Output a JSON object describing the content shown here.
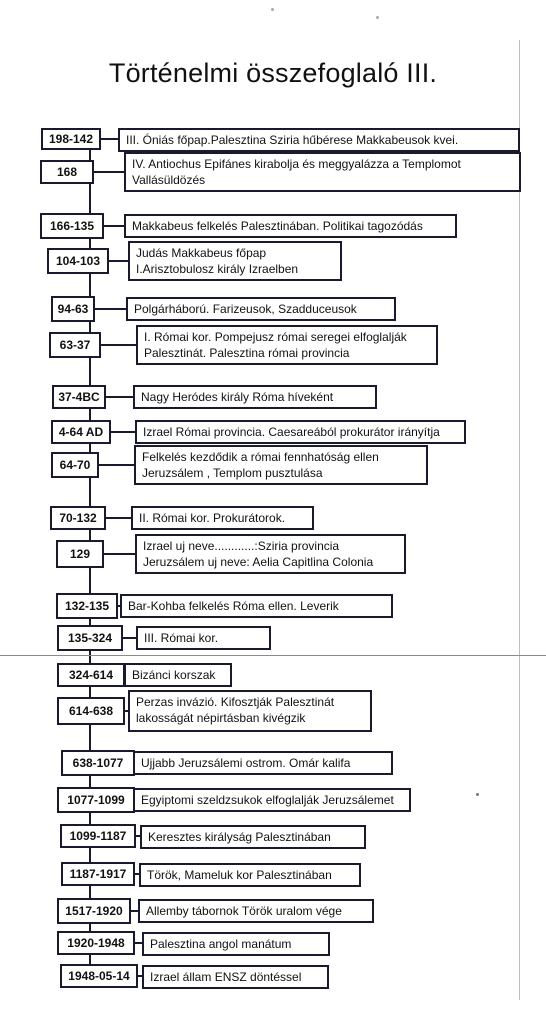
{
  "title": "Történelmi összefoglaló III.",
  "timeline": [
    {
      "date": "198-142",
      "lines": [
        "III. Óniás főpap.Palesztina  Sziria hűbérese      Makkabeusok kvei."
      ]
    },
    {
      "date": "168",
      "lines": [
        "IV. Antiochus Epifánes kirabolja és meggyalázza  a Templomot",
        "Vallásüldözés"
      ]
    },
    {
      "date": "166-135",
      "lines": [
        "Makkabeus felkelés Palesztinában. Politikai tagozódás"
      ]
    },
    {
      "date": "104-103",
      "lines": [
        "Judás Makkabeus főpap",
        "I.Arisztobulosz király  Izraelben"
      ]
    },
    {
      "date": "94-63",
      "lines": [
        "Polgárháború. Farizeusok, Szadduceusok"
      ]
    },
    {
      "date": "63-37",
      "lines": [
        "I. Római kor. Pompejusz római seregei elfoglalják",
        "Palesztinát.  Palesztina római provincia"
      ]
    },
    {
      "date": "37-4BC",
      "lines": [
        "Nagy Heródes király  Róma híveként"
      ]
    },
    {
      "date": "4-64 AD",
      "lines": [
        "Izrael Római provincia. Caesareából prokurátor irányítja"
      ]
    },
    {
      "date": "64-70",
      "lines": [
        "Felkelés kezdődik a római fennhatóság ellen",
        "Jeruzsálem , Templom pusztulása"
      ]
    },
    {
      "date": "70-132",
      "lines": [
        "II. Római kor. Prokurátorok."
      ]
    },
    {
      "date": "129",
      "lines": [
        "Izrael uj neve............:Sziria provincia",
        "Jeruzsálem uj neve: Aelia Capitlina  Colonia"
      ]
    },
    {
      "date": "132-135",
      "lines": [
        "Bar-Kohba  felkelés Róma ellen. Leverik"
      ]
    },
    {
      "date": "135-324",
      "lines": [
        "III. Római kor."
      ]
    },
    {
      "date": "324-614",
      "lines": [
        "Bizánci korszak"
      ]
    },
    {
      "date": "614-638",
      "lines": [
        "Perzas invázió. Kifosztják Palesztinát",
        "lakosságát népirtásban kivégzik"
      ]
    },
    {
      "date": "638-1077",
      "lines": [
        "Ujjabb Jeruzsálemi ostrom. Omár kalifa"
      ]
    },
    {
      "date": "1077-1099",
      "lines": [
        "Egyiptomi szeldzsukok elfoglalják Jeruzsálemet"
      ]
    },
    {
      "date": "1099-1187",
      "lines": [
        "Keresztes királyság Palesztinában"
      ]
    },
    {
      "date": "1187-1917",
      "lines": [
        "Török, Mameluk kor Palesztinában"
      ]
    },
    {
      "date": "1517-1920",
      "lines": [
        "Allemby tábornok  Török uralom vége"
      ]
    },
    {
      "date": "1920-1948",
      "lines": [
        "Palesztina angol manátum"
      ]
    },
    {
      "date": "1948-05-14",
      "lines": [
        "Izrael állam  ENSZ döntéssel"
      ]
    }
  ]
}
